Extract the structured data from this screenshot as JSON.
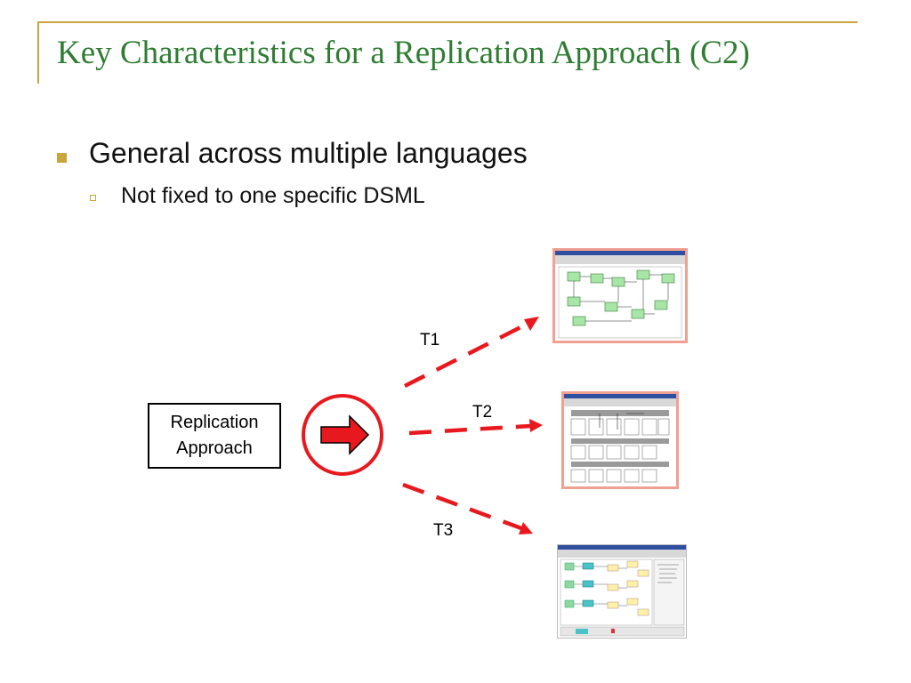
{
  "slide": {
    "title": "Key Characteristics for a Replication Approach (C2)",
    "bullets": [
      {
        "text": "General across multiple languages",
        "sub": [
          {
            "text": "Not fixed to one specific DSML"
          }
        ]
      }
    ]
  },
  "diagram": {
    "source_box": "Replication\nApproach",
    "transformations": [
      {
        "label": "T1"
      },
      {
        "label": "T2"
      },
      {
        "label": "T3"
      }
    ],
    "colors": {
      "arrow": "#e8191e",
      "accent": "#c9a53c",
      "title": "#2e7d32",
      "thumb_border": "#f0a090"
    },
    "icons": [
      "right-arrow-icon",
      "dsml-tool-screenshot-1",
      "dsml-tool-screenshot-2",
      "dsml-tool-screenshot-3"
    ]
  }
}
